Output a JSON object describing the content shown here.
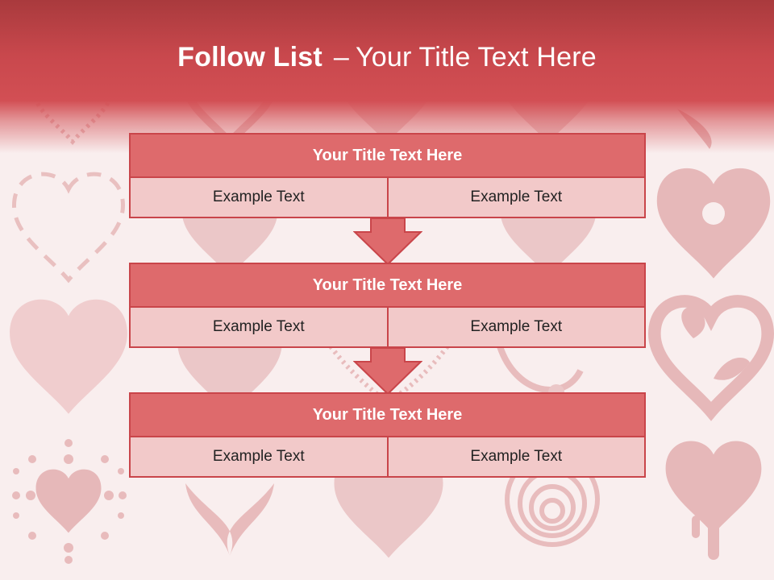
{
  "slide": {
    "title_bold": "Follow List",
    "title_dash": "–",
    "title_rest": "Your Title Text Here"
  },
  "steps": [
    {
      "title": "Your Title Text Here",
      "left": "Example Text",
      "right": "Example Text"
    },
    {
      "title": "Your Title Text Here",
      "left": "Example Text",
      "right": "Example Text"
    },
    {
      "title": "Your Title Text Here",
      "left": "Example Text",
      "right": "Example Text"
    }
  ],
  "colors": {
    "header_red": "#c9484d",
    "block_head": "#de6a6c",
    "block_cell": "#f2c9c9",
    "border": "#c9454a",
    "heart_pattern": "#e8b9ba"
  },
  "icons": [
    "heart-pattern-background",
    "down-arrow-icon"
  ]
}
